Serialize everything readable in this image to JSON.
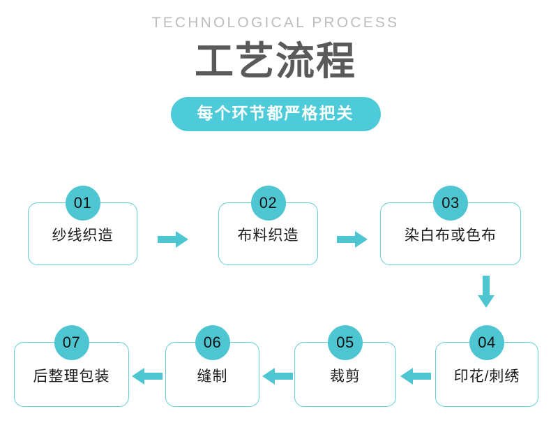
{
  "header": {
    "eyebrow": "TECHNOLOGICAL PROCESS",
    "title": "工艺流程",
    "badge": "每个环节都严格把关"
  },
  "colors": {
    "accent": "#4ecbd8",
    "accent_circle": "#4ec6d2",
    "border": "#62cfda",
    "arrow": "#4ec6d2",
    "title_text": "#5a5a5a",
    "eyebrow_text": "#bdbdbd",
    "node_text": "#1a1a1a"
  },
  "flow": {
    "nodes": [
      {
        "number": "01",
        "label": "纱线织造"
      },
      {
        "number": "02",
        "label": "布料织造"
      },
      {
        "number": "03",
        "label": "染白布或色布"
      },
      {
        "number": "04",
        "label": "印花/刺绣"
      },
      {
        "number": "05",
        "label": "裁剪"
      },
      {
        "number": "06",
        "label": "缝制"
      },
      {
        "number": "07",
        "label": "后整理包装"
      }
    ],
    "arrows": [
      {
        "name": "arrow-01-to-02",
        "direction": "right"
      },
      {
        "name": "arrow-02-to-03",
        "direction": "right"
      },
      {
        "name": "arrow-03-to-04",
        "direction": "down"
      },
      {
        "name": "arrow-04-to-05",
        "direction": "left"
      },
      {
        "name": "arrow-05-to-06",
        "direction": "left"
      },
      {
        "name": "arrow-06-to-07",
        "direction": "left"
      }
    ]
  }
}
